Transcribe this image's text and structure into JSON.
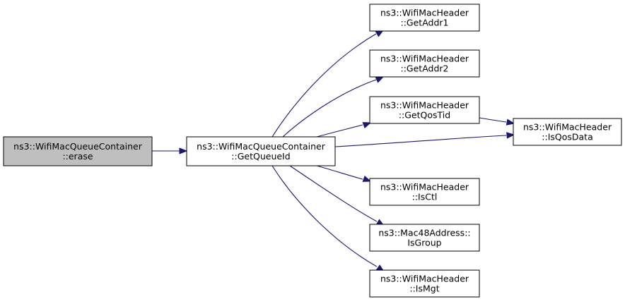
{
  "graph": {
    "colors": {
      "edge": "#191970",
      "node_fill": "#ffffff",
      "node_highlight_fill": "#bfbfbf",
      "node_border": "#000000"
    },
    "nodes": [
      {
        "id": "erase",
        "lines": [
          "ns3::WifiMacQueueContainer",
          "::erase"
        ],
        "highlighted": true
      },
      {
        "id": "getqueueid",
        "lines": [
          "ns3::WifiMacQueueContainer",
          "::GetQueueId"
        ],
        "highlighted": false
      },
      {
        "id": "getaddr1",
        "lines": [
          "ns3::WifiMacHeader",
          "::GetAddr1"
        ],
        "highlighted": false
      },
      {
        "id": "getaddr2",
        "lines": [
          "ns3::WifiMacHeader",
          "::GetAddr2"
        ],
        "highlighted": false
      },
      {
        "id": "getqostid",
        "lines": [
          "ns3::WifiMacHeader",
          "::GetQosTid"
        ],
        "highlighted": false
      },
      {
        "id": "isqosdata",
        "lines": [
          "ns3::WifiMacHeader",
          "::IsQosData"
        ],
        "highlighted": false
      },
      {
        "id": "isctl",
        "lines": [
          "ns3::WifiMacHeader",
          "::IsCtl"
        ],
        "highlighted": false
      },
      {
        "id": "isgroup",
        "lines": [
          "ns3::Mac48Address::",
          "IsGroup"
        ],
        "highlighted": false
      },
      {
        "id": "ismgt",
        "lines": [
          "ns3::WifiMacHeader",
          "::IsMgt"
        ],
        "highlighted": false
      }
    ],
    "edges": [
      {
        "from": "erase",
        "to": "getqueueid"
      },
      {
        "from": "getqueueid",
        "to": "getaddr1"
      },
      {
        "from": "getqueueid",
        "to": "getaddr2"
      },
      {
        "from": "getqueueid",
        "to": "getqostid"
      },
      {
        "from": "getqueueid",
        "to": "isqosdata"
      },
      {
        "from": "getqueueid",
        "to": "isctl"
      },
      {
        "from": "getqueueid",
        "to": "isgroup"
      },
      {
        "from": "getqueueid",
        "to": "ismgt"
      },
      {
        "from": "getqostid",
        "to": "isqosdata"
      }
    ]
  }
}
